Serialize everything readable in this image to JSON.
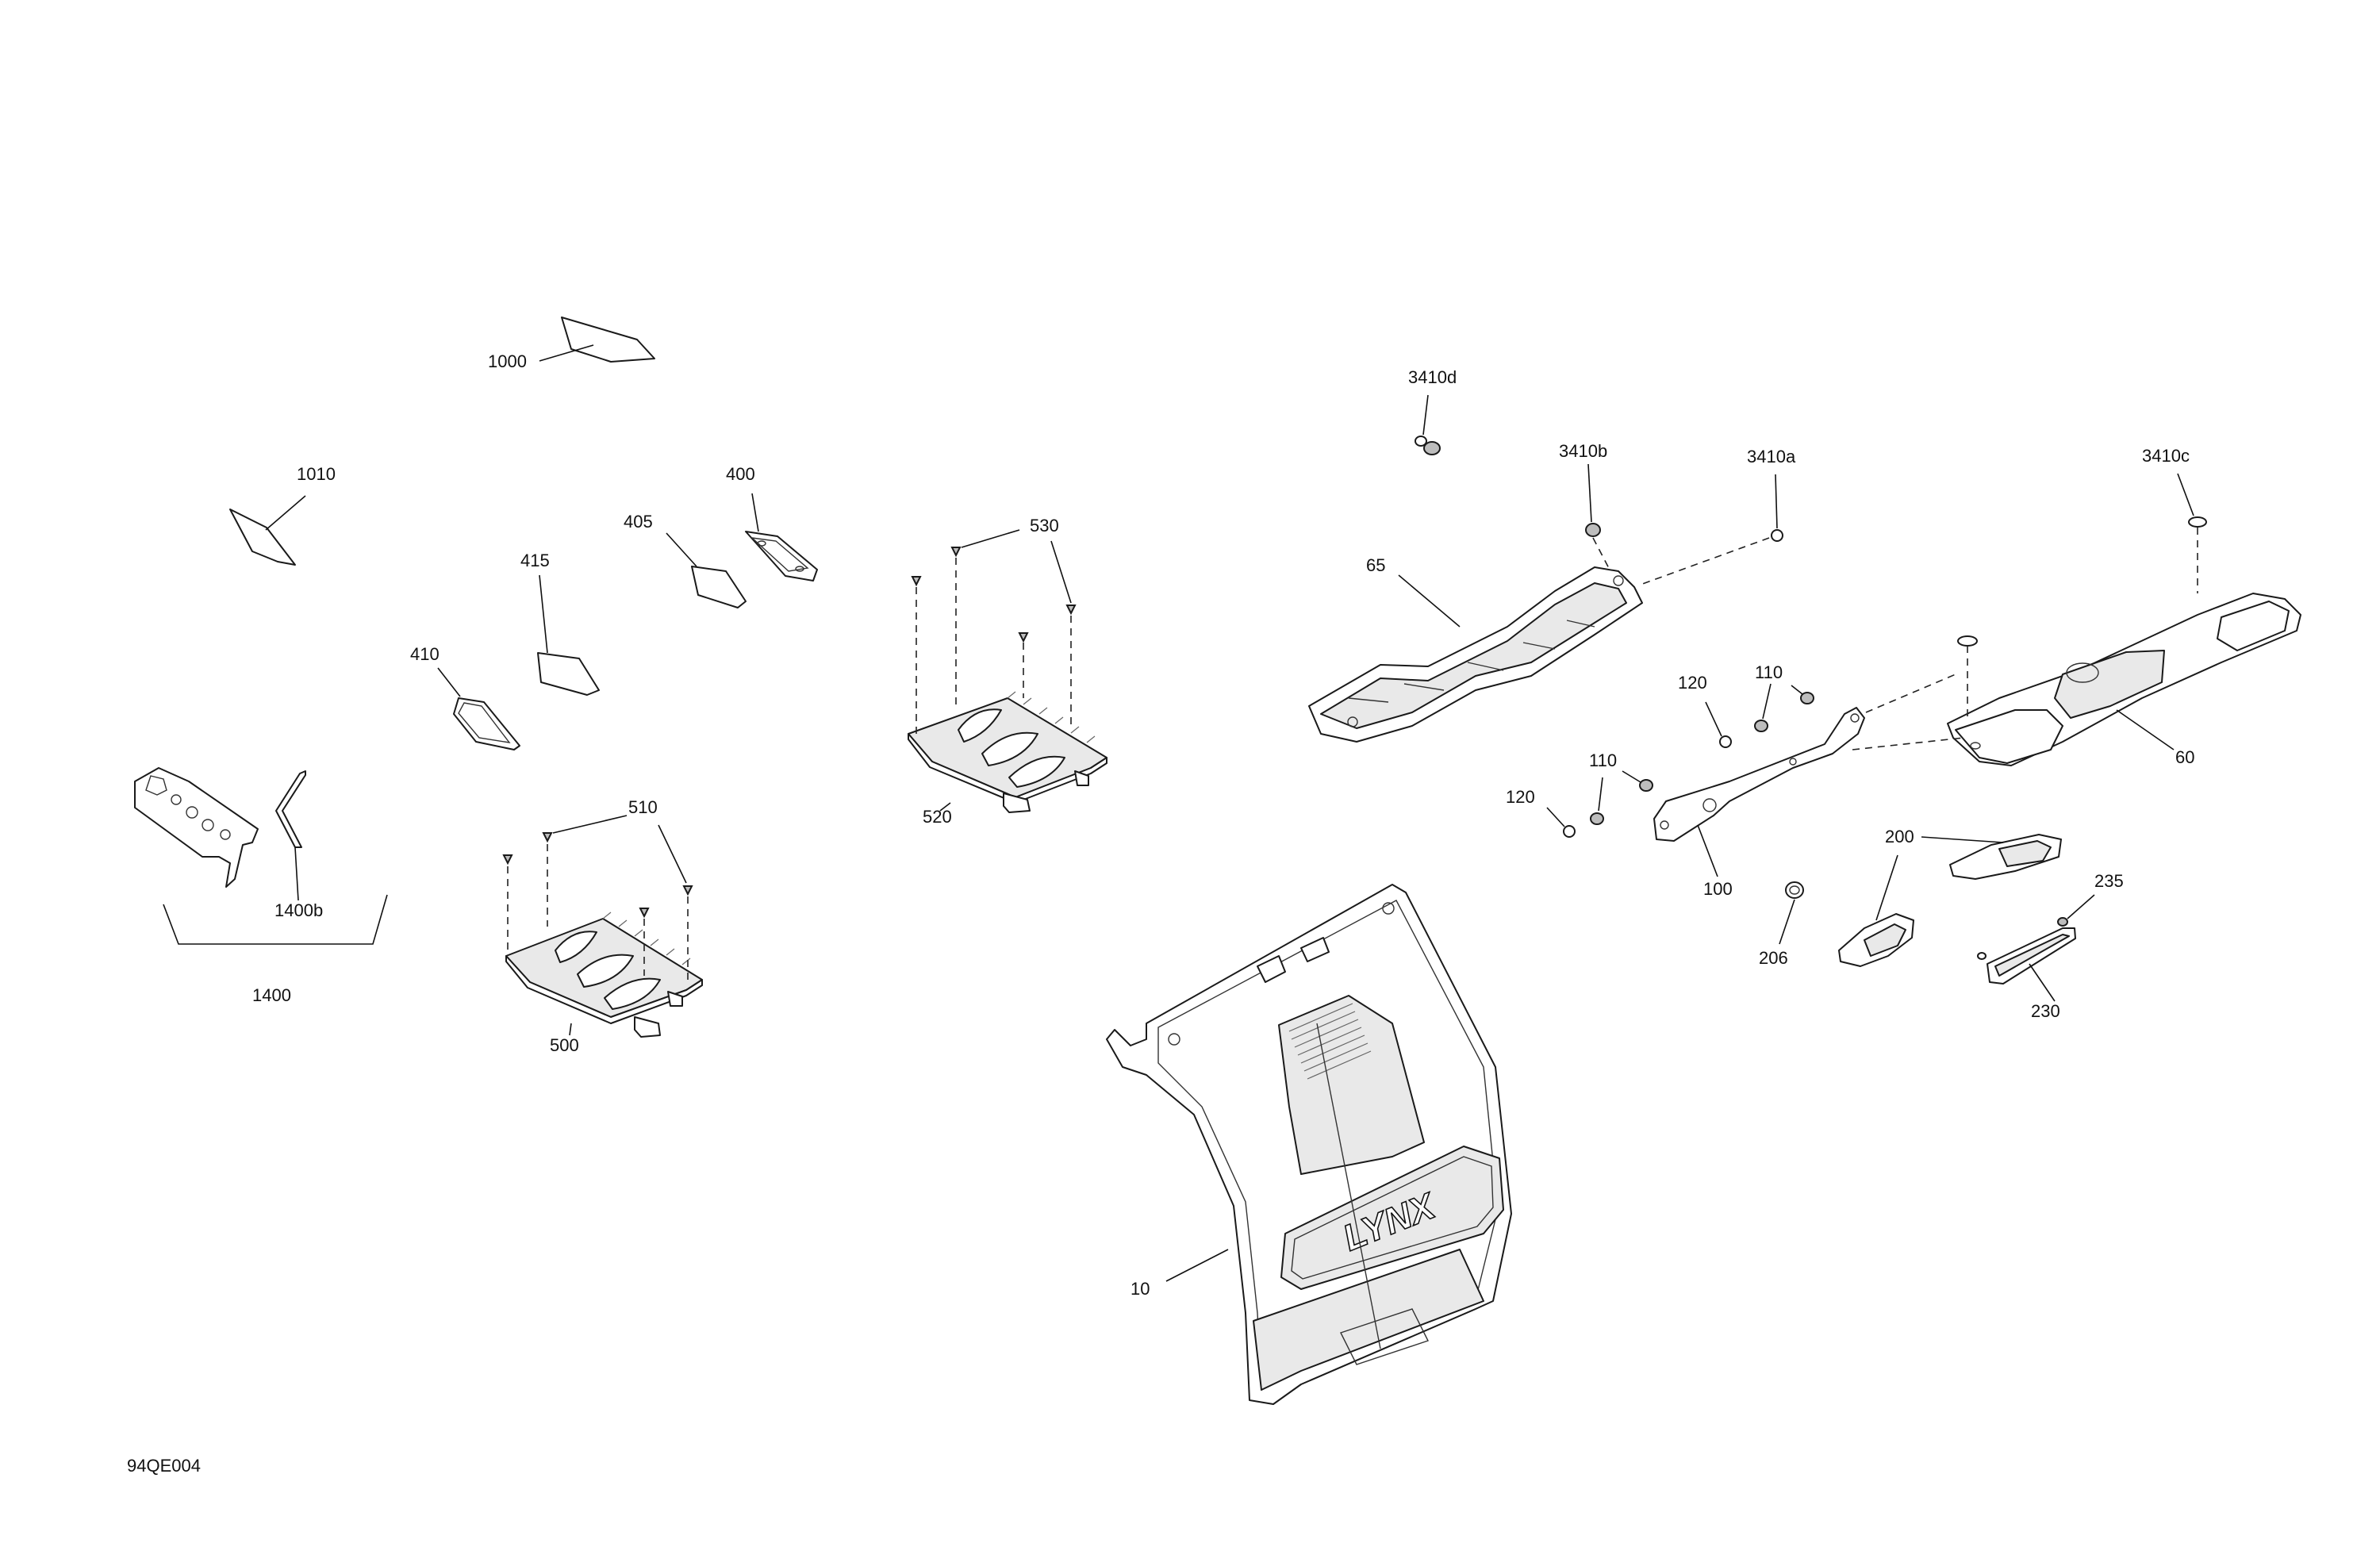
{
  "document_code": "94QE004",
  "callouts": {
    "c1000": "1000",
    "c1010": "1010",
    "c400": "400",
    "c405": "405",
    "c415": "415",
    "c410": "410",
    "c530": "530",
    "c520": "520",
    "c510": "510",
    "c500": "500",
    "c1400b": "1400b",
    "c1400": "1400",
    "c3410d": "3410d",
    "c3410b": "3410b",
    "c3410a": "3410a",
    "c3410c": "3410c",
    "c65": "65",
    "c120a": "120",
    "c110a": "110",
    "c110b": "110",
    "c120b": "120",
    "c100": "100",
    "c60": "60",
    "c200": "200",
    "c235": "235",
    "c206": "206",
    "c230": "230",
    "c10": "10"
  },
  "logo_text": "LYNX"
}
